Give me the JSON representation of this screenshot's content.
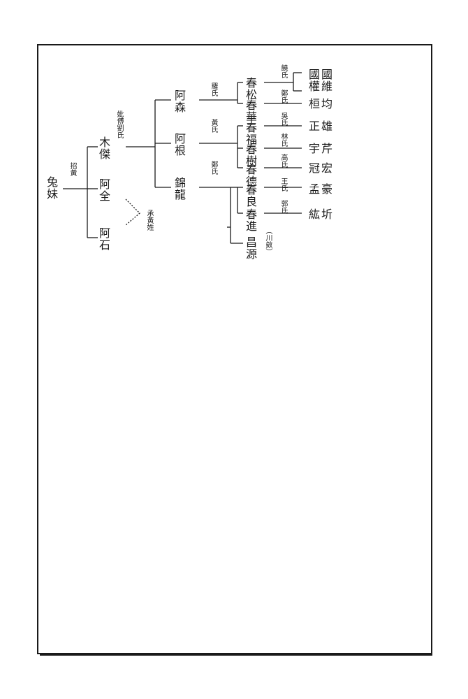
{
  "colors": {
    "ink": "#1a1a1a",
    "paper": "#ffffff"
  },
  "names": {
    "root": "兔妹",
    "root_note": "招黃",
    "a_quan": "阿全",
    "a_shi": "阿石",
    "adopted_note": "承黃姓",
    "mu_jie": "木傑",
    "mu_jie_wife": "妣傅劉氏",
    "a_sen": "阿森",
    "a_sen_wife": "羅氏",
    "a_gen": "阿根",
    "a_gen_wife": "黃氏",
    "jin_long": "錦龍",
    "jin_long_wife": "鄭氏",
    "chun_song": "春松",
    "chun_song_wife": "饒氏",
    "chun_hua": "春華",
    "chun_hua_wife": "鄭氏",
    "chun_fu": "春福",
    "chun_fu_wife": "吳氏",
    "chun_shu": "春樹",
    "chun_shu_wife": "林氏",
    "chun_de": "春德",
    "chun_de_wife": "高氏",
    "chun_liang": "春良",
    "chun_liang_wife": "王氏",
    "chun_jin": "春進",
    "chun_jin_wife": "郭氏",
    "chang_yuan": "昌源",
    "chang_yuan_note": "（川斂）",
    "gs_1a": "國權",
    "gs_1b": "國維",
    "gs_2a": "桓",
    "gs_2b": "均",
    "gs_3a": "正",
    "gs_3b": "雄",
    "gs_4a": "宇",
    "gs_4b": "芹",
    "gs_5a": "冠",
    "gs_5b": "宏",
    "gs_6a": "孟",
    "gs_6b": "豪",
    "gs_7a": "紘",
    "gs_7b": "圻"
  }
}
